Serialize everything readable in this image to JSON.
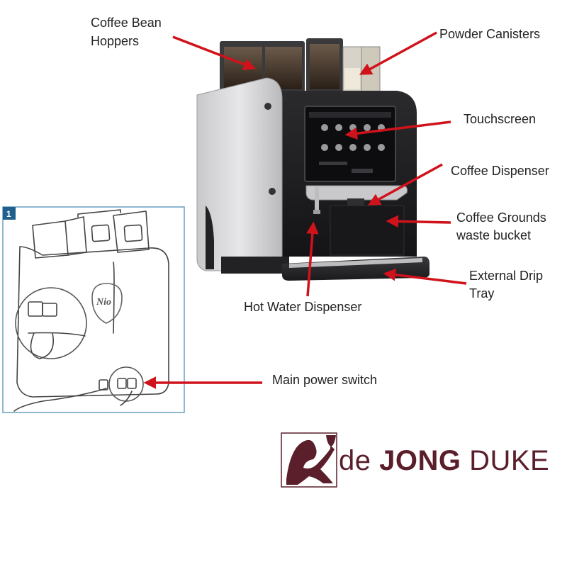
{
  "labels": {
    "coffee_bean_hoppers": [
      "Coffee Bean",
      "Hoppers"
    ],
    "powder_canisters": "Powder Canisters",
    "touchscreen": "Touchscreen",
    "coffee_dispenser": "Coffee Dispenser",
    "coffee_grounds_waste_bucket": [
      "Coffee Grounds",
      "waste bucket"
    ],
    "external_drip_tray": [
      "External Drip",
      "Tray"
    ],
    "hot_water_dispenser": "Hot Water Dispenser",
    "main_power_switch": "Main power switch"
  },
  "inset": {
    "step_number": "1",
    "machine_badge": "Nio"
  },
  "logo": {
    "prefix": "de ",
    "brand": "JONG",
    "suffix": " DUKE"
  },
  "colors": {
    "arrow": "#d0121b",
    "logo": "#5a1f2b",
    "inset_border": "#6a9fc0",
    "badge": "#1f5f8e"
  }
}
